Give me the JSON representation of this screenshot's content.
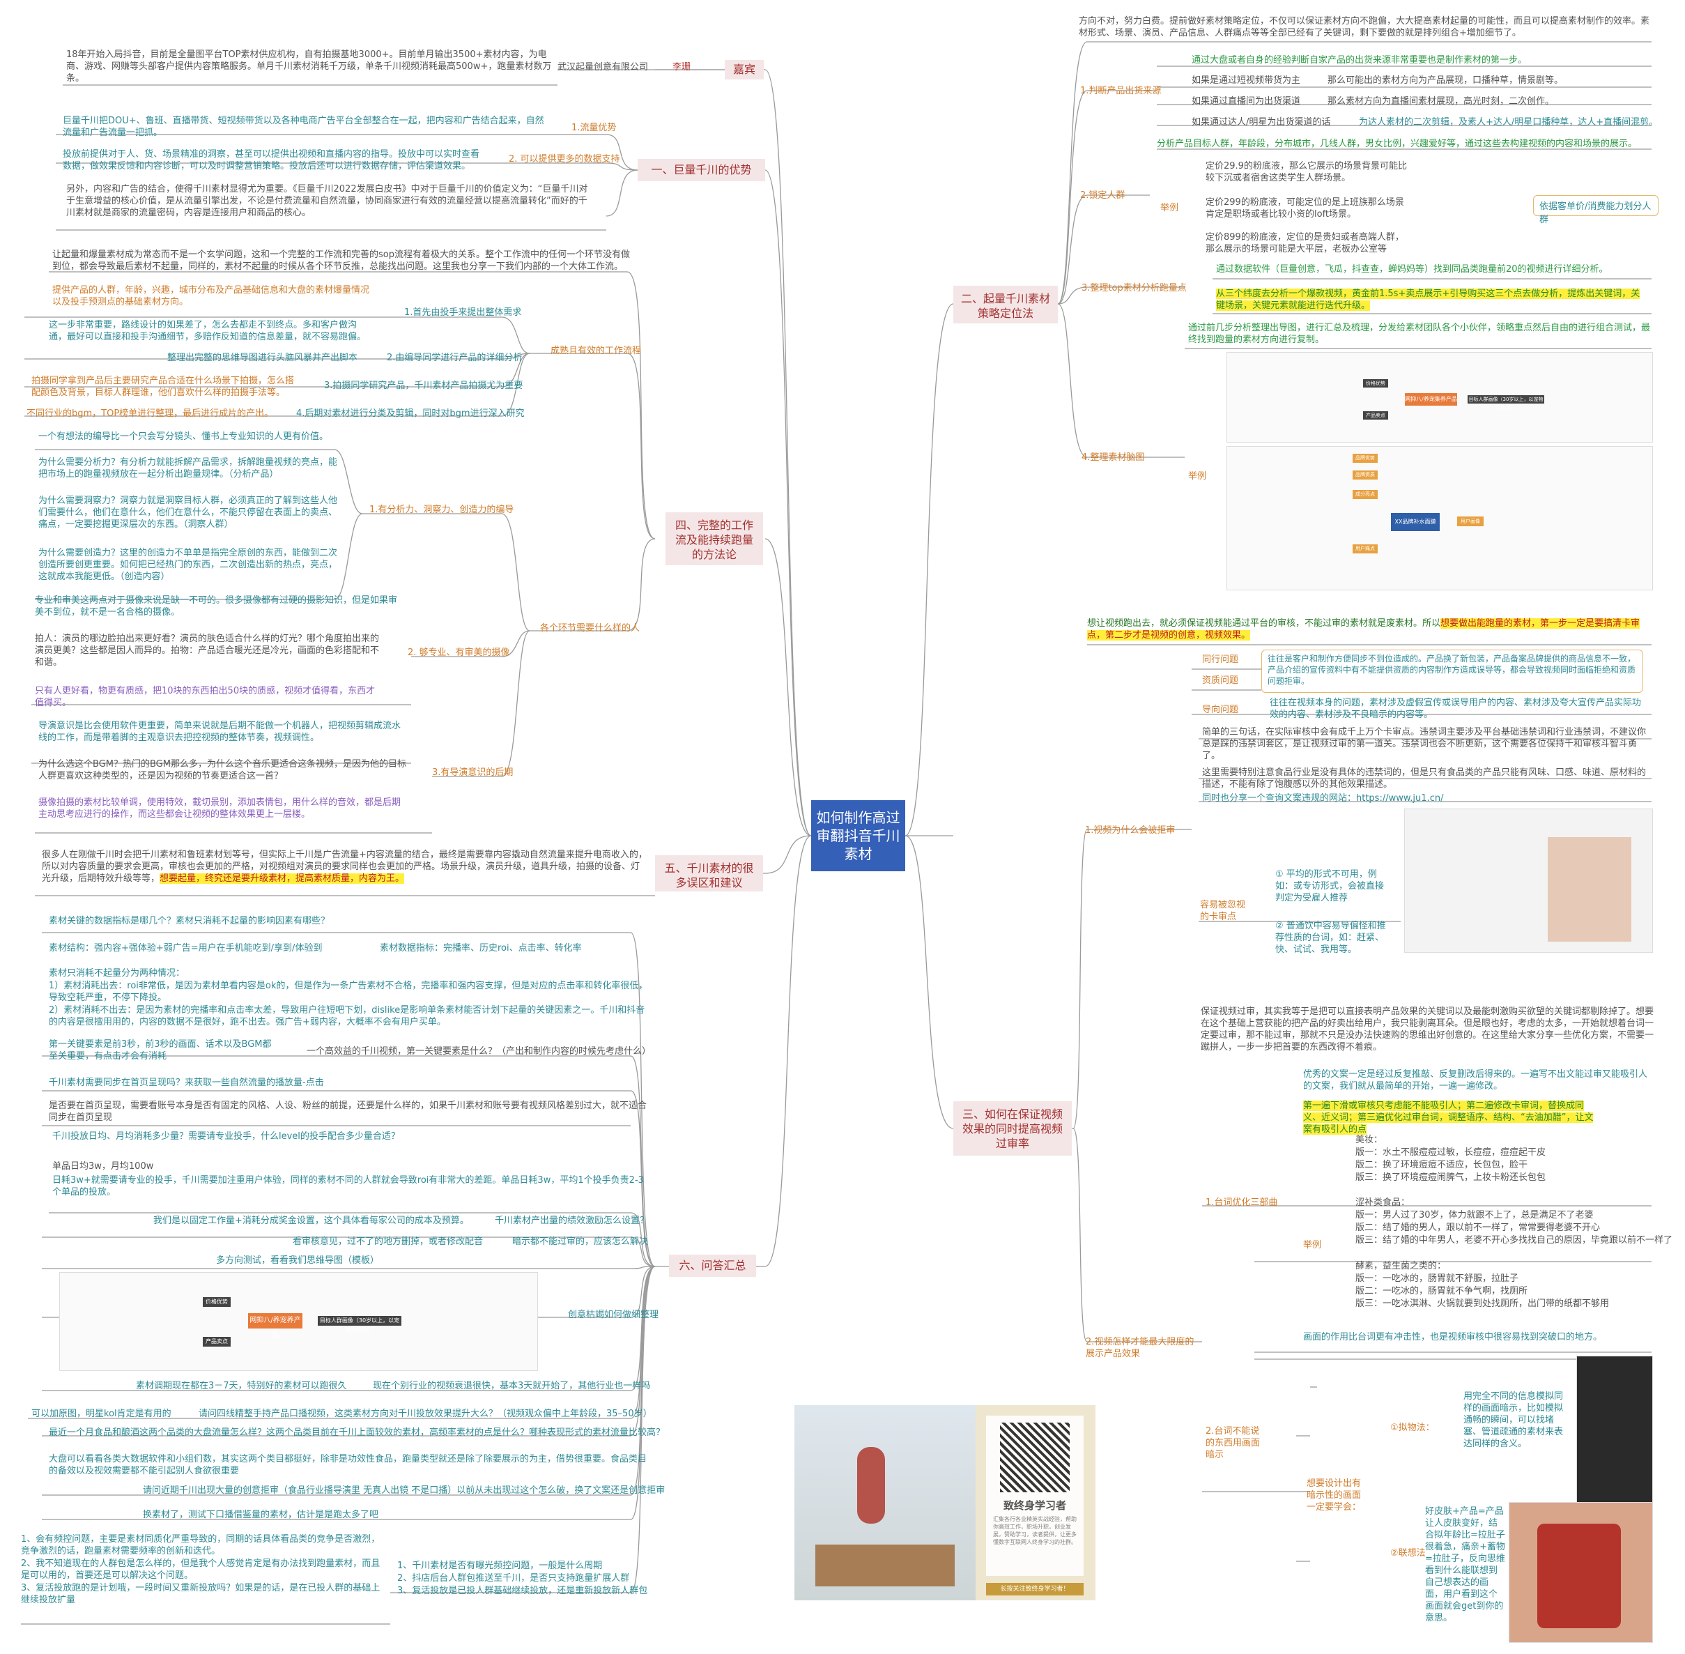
{
  "root": "如何制作高过审翻抖音千川素材",
  "branches": {
    "guest": "嘉宾",
    "b1": "一、巨量千川的优势",
    "b2": "二、起量千川素材策略定位法",
    "b3": "三、如何在保证视频效果的同时提高视频过审率",
    "b4": "四、完整的工作流及能持续跑量的方法论",
    "b5": "五、千川素材的很多误区和建议",
    "b6": "六、问答汇总"
  },
  "guest": {
    "label": "李珊",
    "company": "武汉起量创意有限公司",
    "bio": "18年开始入局抖音，目前是全量图平台TOP素材供应机构，自有拍摄基地3000+。目前单月输出3500+素材内容，为电商、游戏、网赚等头部客户提供内容策略服务。单月千川素材消耗千万级，单条千川视频消耗最高500w+，跑量素材数万条。"
  },
  "b1": {
    "item1_label": "1.流量优势",
    "item1_text": "巨量千川把DOU+、鲁班、直播带货、短视频带货以及各种电商广告平台全部整合在一起，把内容和广告结合起来，自然流量和广告流量一把抓。",
    "item2_label": "2. 可以提供更多的数据支持",
    "item2_text": "投放前提供对于人、货、场景精准的洞察，甚至可以提供出视频和直播内容的指导。投放中可以实时查看数据，做效果反馈和内容诊断，可以及时调整营销策略。投放后还可以进行数据存储，评估渠道效果。",
    "item3_text": "另外，内容和广告的结合，使得千川素材显得尤为重要。《巨量千川2022发展白皮书》中对于巨量千川的价值定义为：“巨量千川对于生意增益的核心价值，是从流量引擎出发，不论是付费流量和自然流量，协同商家进行有效的流量经营以提高流量转化”而好的千川素材就是商家的流量密码，内容是连接用户和商品的核心。"
  },
  "b2": {
    "intro": "方向不对，努力白费。提前做好素材策略定位，不仅可以保证素材方向不跑偏，大大提高素材起量的可能性，而且可以提高素材制作的效率。素材形式、场景、演员、产品信息、人群痛点等等全部已经有了关键词，剩下要做的就是排列组合+增加细节了。",
    "s1": "1.判断产品出货来源",
    "s1_intro": "通过大盘或者自身的经验判断自家产品的出货来源非常重要也是制作素材的第一步。",
    "s1_rows": [
      {
        "k": "如果是通过短视频带货为主",
        "v": "那么可能出的素材方向为产品展现，口播种草，情景剧等。"
      },
      {
        "k": "如果通过直播间为出货渠道",
        "v": "那么素材方向为直播间素材展现，高光时刻，二次创作。"
      },
      {
        "k": "如果通过达人/明星为出货渠道的话",
        "v": "为达人素材的二次剪辑，及素人+达人/明星口播种草，达人+直播间混剪。"
      }
    ],
    "s2": "2.锁定人群",
    "s2_intro": "分析产品目标人群，年龄段，分布城市，几线人群，男女比例，兴趣爱好等，通过这些去构建视频的内容和场景的展示。",
    "s2_example": "举例",
    "s2_items": [
      "定价29.9的粉底液，那么它展示的场景背景可能比较下沉或者宿舍这类学生人群场景。",
      "定价299的粉底液，可能定位的是上班族那么场景肯定是职场或者比较小资的loft场景。",
      "定价899的粉底液，定位的是贵妇或者高端人群，那么展示的场景可能是大平层，老板办公室等"
    ],
    "s2_box": "依据客单价/消费能力划分人群",
    "s3": "3.整理top素材分析跑量点",
    "s3_a": "通过数据软件（巨量创意，飞瓜，抖查查，蝉妈妈等）找到同品类跑量前20的视频进行详细分析。",
    "s3_b": "从三个纬度去分析一个爆款视频，黄金前1.5s+卖点展示+引导购买这三个点去做分析，提炼出关键词，关键场景，关键元素就能进行迭代升级。",
    "s4": "4.整理素材脑图",
    "s4_a": "通过前几步分析整理出导图，进行汇总及梳理，分发给素材团队各个小伙伴，领略重点然后自由的进行组合测试，最终找到跑量的素材方向进行复制。",
    "s4_example": "举例",
    "map1_center": "网抑八/养宠集养产品",
    "map1_right": "目标人群画像（30岁以上，以宠物宝妈为）",
    "map1_left_top": "价格优势",
    "map1_left_bottom": "产品卖点",
    "map2_center": "XX品牌补水面膜",
    "map2_right": "用户画像",
    "map2_nodes": [
      "品牌优势",
      "品牌资质",
      "成分亮点",
      "用户痛点"
    ]
  },
  "b3": {
    "s1": "1.视频为什么会被拒审",
    "intro_a": "想让视频跑出去，就必须保证视频能通过平台的审核，不能过审的素材就是废素材。所以",
    "intro_hl": "想要做出能跑量的素材，第一步一定是要搞清卡审点，第二步才是视频的创意，视频效果。",
    "r1": "同行问题",
    "r2": "资质问题",
    "r12_text": "往往是客户和制作方便同步不到位造成的。产品换了新包装，产品备案品牌提供的商品信息不一致，产品介绍的宣传资料中有不能提供资质的内容制作方造成误导等，都会导致视频同时面临拒绝和资质问题拒审。",
    "r3": "导向问题",
    "r3_text": "往往在视频本身的问题，素材涉及虚假宣传或误导用户的内容、素材涉及夸大宣传产品实际功效的内容、素材涉及不良暗示的内容等。",
    "words": "简单的三句话，在实际审核中会有成千上万个卡审点。违禁词主要涉及平台基础违禁词和行业违禁词，不建议你总是踩的违禁词套区，是让视频过审的第一道关。违禁词也会不断更新，这个需要各位保持千和审核斗智斗勇了。",
    "words2": "这里需要特别注意食品行业是没有具体的违禁词的，但是只有食品类的产品只能有风味、口感、味道、原材料的描述，不能有除了饱腹感以外的其他效果描述。",
    "site": "同时也分享一个查询文案违规的网站：https://www.ju1.cn/",
    "card": "容易被忽视的卡审点",
    "card_items": [
      "① 平均的形式不可用，例如：或专访形式，会被直接判定为受雇人推荐",
      "② 普通饮中容易导偏怪和推荐性质的台词，如：赶紧、快、试试、我用等。"
    ],
    "s2": "2.视频怎样才能最大限度的展示产品效果",
    "s2_intro": "保证视频过审，其实我等于是把可以直接表明产品效果的关键词以及最能刺激购买欲望的关键词都剔除掉了。想要在这个基础上营获能的把产品的好卖出给用户，我只能剥离耳朵。但是眼也好，考虑的太多，一开始就想着台词一定要过审，那不能过审，那就不只是没办法快速购的思维出好创意的。在这里给大家分享一些优化方案，不需要一蹴拼人，一步一步把首要的东西改得不着痕。",
    "s2_1": "1.台词优化三部曲",
    "s2_1_intro": "优秀的文案一定是经过反复推敲、反复删改后得来的。一遍写不出文能过审又能吸引人的文案，我们就从最简单的开始，一遍一遍修改。",
    "s2_1_steps": "第一遍下滑或审核只考虑能不能吸引人；第二遍修改卡审词，替换成同义、近义词；第三遍优化过审台词，调整语序、结构、“去油加醋”，让文案有吸引人的点",
    "s2_1_example": "举例",
    "ex1_title": "美妆：",
    "ex1": [
      "版一：水土不服痘痘过敏，长痘痘，痘痘起干皮",
      "版二：换了环境痘痘不适应，长包包，脸干",
      "版三：换了环境痘痘闹脾气，上妆卡粉还长包包"
    ],
    "ex2_title": "涩补类食品：",
    "ex2": [
      "版一：男人过了30岁，体力就跟不上了，总是满足不了老婆",
      "版二：结了婚的男人，跟以前不一样了，常常要得老婆不开心",
      "版三：结了婚的中年男人，老婆不开心多找找自己的原因，毕竟跟以前不一样了"
    ],
    "ex3_title": "酵素，益生菌之类的：",
    "ex3": [
      "版一：一吃冰的，肠胃就不舒服，拉肚子",
      "版二：一吃冰的，肠胃就不争气啊，找厕所",
      "版三：一吃冰淇淋、火锅就要到处找厕所，出门带的纸都不够用"
    ],
    "s2_2": "2.台词不能说的东西用画面暗示",
    "s2_2_intro": "画面的作用比台词更有冲击性，也是视频审核中很容易找到突破口的地方。",
    "s2_2_hint": "想要设计出有暗示性的画面一定要学会：",
    "s2_2_a": "①拟物法：",
    "s2_2_a_text": "用完全不同的信息模拟同样的画面暗示，比如模拟通畅的瞬间，可以找堵塞、管道疏通的素材来表达同样的含义。",
    "s2_2_b": "②联想法",
    "s2_2_b_text": "好皮肤+产品=产品让人皮肤变好，结合拟年龄比=拉肚子很着急，痛亲+蓄物=拉肚子，反向思维看到什么能联想到自己想表达的画面，用户看到这个画面就会get到你的意思。"
  },
  "b4": {
    "intro": "让起量和爆量素材成为常态而不是一个玄学问题，这和一个完整的工作流和完善的sop流程有着极大的关系。整个工作流中的任何一个环节没有做到位，都会导致最后素材不起量，同样的，素材不起量的时候从各个环节反推，总能找出问题。这里我也分享一下我们内部的一个大体工作流。",
    "flow": "成熟且有效的工作流程",
    "flow_items": [
      "1.首先由投手来提出整体需求",
      "2.由编导同学进行产品的详细分析",
      "3.拍摄同学研究产品，千川素材产品拍摄尤为重要",
      "4.后期对素材进行分类及剪辑，同时对bgm进行深入研究"
    ],
    "flow_texts": [
      "提供产品的人群，年龄，兴趣，城市分布及产品基础信息和大盘的素材爆量情况以及投手预测点的基础素材方向。",
      "这一步非常重要，路线设计的如果差了，怎么去都走不到终点。多和客户做沟通，最好可以直接和投手沟通细节，多赔作反知道的信息差量，就不容易跑偏。",
      "整理出完整的思维导图进行头脑风暴并产出脚本",
      "拍摄同学拿到产品后主要研究产品合适在什么场景下拍摄，怎么搭配颜色及背景，目标人群理谁，他们喜欢什么样的拍摄手法等。",
      "不同行业的bgm，TOP榜单进行整理，最后进行成片的产出。"
    ],
    "need": "各个环节需要什么样的人",
    "n1": "1.有分析力、洞察力、创造力的编导",
    "n1_a": "一个有想法的编导比一个只会写分镜头、懂书上专业知识的人更有价值。",
    "n1_b": "为什么需要分析力？有分析力就能拆解产品需求，拆解跑量视频的亮点，能把市场上的跑量视频放在一起分析出跑量规律。（分析产品）",
    "n1_c": "为什么需要洞察力？洞察力就是洞察目标人群，必须真正的了解到这些人他们需要什么，他们在意什么，他们在意什么，不能只停留在表面上的卖点、痛点，一定要挖掘更深层次的东西。（洞察人群）",
    "n1_d": "为什么需要创造力？这里的创造力不单单是指完全原创的东西，能做到二次创造所要创更重要。如何把已经热门的东西，二次创造出新的热点，亮点，这就成本我能更低。（创造内容）",
    "n2": "2. 够专业、有审美的摄像",
    "n2_a": "专业和审美这两点对于摄像来说是缺一不可的。很多摄像都有过硬的摄影知识，但是如果审美不到位，就不是一名合格的摄像。",
    "n2_b": "拍人：演员的哪边脸拍出来更好看？演员的肤色适合什么样的灯光？哪个角度拍出来的演员更美？这些都是因人而异的。拍物：产品适合暖光还是冷光，画面的色彩搭配和不和谐。",
    "n2_c": "只有人更好看，物更有质感，把10块的东西拍出50块的质感，视频才值得看，东西才值得买。",
    "n3": "3.有导演意识的后期",
    "n3_a": "导演意识是比会使用软件更重要，简单来说就是后期不能做一个机器人，把视频剪辑成流水线的工作，而是带着脚的主观意识去把控视频的整体节奏，视频调性。",
    "n3_b": "为什么选这个BGM？热门的BGM那么多，为什么这个音乐更适合这条视频，是因为他的目标人群更喜欢这种类型的，还是因为视频的节奏更适合这一首？",
    "n3_c": "摄像拍摄的素材比较单调，使用特效，截切景别，添加表情包，用什么样的音效，都是后期主动思考应进行的操作，而这些都会让视频的整体效果更上一层楼。"
  },
  "b5": {
    "text_a": "很多人在刚做千川时会把千川素材和鲁班素材划等号，但实际上千川是广告流量+内容流量的结合，最终是需要靠内容撬动自然流量来提升电商收入的，所以对内容质量的要求会更高，审核也会更加的严格，对视频组对演员的要求同样也会更加的严格。场景升级，演员升级，道具升级，拍摄的设备、灯光升级，后期特效升级等等，",
    "text_hl": "想要起量，终究还是要升级素材，提高素材质量，内容为王。"
  },
  "b6": {
    "q1": "素材关键的数据指标是哪几个？素材只消耗不起量的影响因素有哪些？",
    "q1_a": "素材结构：强内容+强体验+弱广告=用户在手机能吃到/享到/体验到",
    "q1_b": "素材数据指标：完播率、历史roi、点击率、转化率",
    "q1_c": "素材只消耗不起量分为两种情况：",
    "q1_d": "1）素材消耗出去：roi非常低，是因为素材单看内容是ok的，但是作为一条广告素材不合格，完播率和强内容支撑，但是对应的点击率和转化率很低，导致空耗严重，不停下降投。",
    "q1_e": "2）素材消耗不出去：是因为素材的完播率和点击率太差，导致用户往短吧下划，dislike是影响单条素材能否计划下起量的关键因素之一。千川和抖音的内容是很擅用用的，内容的数据不是很好，跑不出去。强广告+弱内容，大概率不会有用户买单。",
    "q2": "第一关键要素是前3秒，前3秒的画面、话术以及BGM都至关重要，有点击才会有消耗",
    "q2_q": "一个高效益的千川视频，第一关键要素是什么？（产出和制作内容的时候先考虑什么）",
    "q3": "千川素材需要同步在首页呈现吗？来获取一些自然流量的播放量-点击",
    "q3_a": "是否要在首页呈现，需要看账号本身是否有固定的风格、人设、粉丝的前提，还要是什么样的，如果千川素材和账号要有视频风格差别过大，就不适合同步在首页呈现",
    "q4": "千川投放日均、月均消耗多少量？需要请专业投手，什么level的投手配合多少量合适？",
    "q4_a": "单品日均3w，月均100w",
    "q4_b": "日耗3w+就需要请专业的投手，千川需要加注重用户体验，同样的素材不同的人群就会导致roi有非常大的差距。单品日耗3w，平均1个投手负责2-3个单品的投放。",
    "q5": "我们是以固定工作量+消耗分成奖金设置，这个具体看每家公司的成本及预算。",
    "q5_q": "千川素材产出量的绩效激励怎么设置？",
    "q6": "看审核意见，过不了的地方删掉，或者修改配音",
    "q6_q": "暗示都不能过审的，应该怎么解决",
    "q7": "多方向测试，看看我们思维导图（模板）",
    "q7_q": "创意枯竭如何做细整理",
    "q8": "素材调期现在都在3－7天，特别好的素材可以跑很久",
    "q8_q": "现在个别行业的视频衰退很快，基本3天就开始了，其他行业也一样吗",
    "q9": "可以加原图，明星kol肯定是有用的",
    "q9_q": "请问四线精整手持产品口播视频，这类素材方向对千川投放效果提升大么？（视频观众偏中上年龄段，35–50岁）",
    "q10": "最近一个月食品和酿酒这两个品类的大盘流量怎么样？这两个品类目前在千川上面较效的素材，高频率素材的点是什么？哪种表现形式的素材流量比较高？",
    "q10_a": "大盘可以看看各类大数据软件和小组们数，其实这两个类目都挺好，除非是功效性食品，跑量类型就还是除了除要展示的为主，借势很重要。食品类目的备效以及视效需要都不能引起别人食欲很重要",
    "q11": "请问近期千川出现大量的创意拒审（食品行业播导演里 无真人出镜 不是口播）以前从未出现过这个怎么破，换了文案还是创意拒审",
    "q11_a": "换素材了，测试下口播借鉴量的素材，估计是是跑太多了吧",
    "q12": "1、会有频控问题，主要是素材同质化严重导致的，同期的话具体看品类的竞争是否激烈，竞争激烈的话，跑量素材需要频率的创新和迭代。",
    "q12_b": "2、我不知道现在的人群包是怎么样的，但是我个人感觉肯定是有办法找到跑量素材，而且是可以用的，首要还是可以解决这个问题。",
    "q12_c": "3、复活投放跑的是计划哦，一段时间又重新投放吗？如果是的话，是在已投人群的基础上继续投放扩量",
    "q12_q": [
      "1、千川素材是否有曝光频控问题，一般是什么周期",
      "2、抖店后台人群包推送至千川，是否只支持跑量扩展人群",
      "3、复活投放是已投人群基础继续投放，还是重新投放新人群包"
    ],
    "mm_center": "网抑八/养宠养产品",
    "mm_right": "目标人群画像（30岁以上，以宠物宝妈为）",
    "mm_l1": "价格优势",
    "mm_l2": "产品卖点"
  },
  "ad": {
    "title": "致终身学习者",
    "desc": "汇集各行各业精英实战经验，帮助你高效工作，职场升职，创业发展，赞助学习，读者提供，让更多懂数字互联网人终身学习的社群。",
    "footer": "长按关注致终身学习者！"
  }
}
